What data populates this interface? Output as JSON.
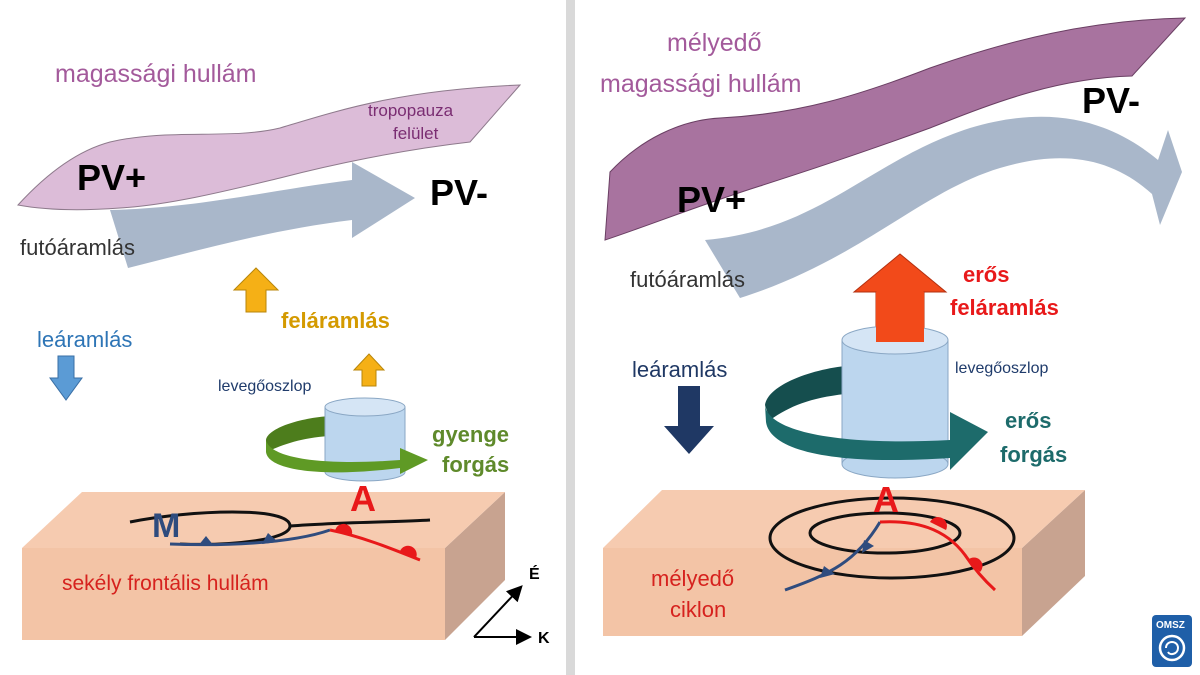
{
  "left": {
    "title": "magassági hullám",
    "tropopause_label_1": "tropopauza",
    "tropopause_label_2": "felület",
    "pv_plus": "PV+",
    "pv_minus": "PV-",
    "jet_label": "futóáramlás",
    "downdraft_label": "leáramlás",
    "updraft_label": "feláramlás",
    "air_column_label": "levegőoszlop",
    "rotation_label_1": "gyenge",
    "rotation_label_2": "forgás",
    "high_marker": "A",
    "low_marker": "M",
    "surface_label": "sekély frontális hullám",
    "compass_north": "É",
    "compass_east": "K"
  },
  "right": {
    "title_1": "mélyedő",
    "title_2": "magassági hullám",
    "pv_plus": "PV+",
    "pv_minus": "PV-",
    "jet_label": "futóáramlás",
    "downdraft_label": "leáramlás",
    "updraft_label_1": "erős",
    "updraft_label_2": "feláramlás",
    "air_column_label": "levegőoszlop",
    "rotation_label_1": "erős",
    "rotation_label_2": "forgás",
    "high_marker": "A",
    "surface_label_1": "mélyedő",
    "surface_label_2": "ciklon"
  },
  "logo": {
    "text": "OMSZ"
  },
  "colors": {
    "tropopause_left": "#dcbcd8",
    "tropopause_right": "#a8739f",
    "jet_arrow": "#a9b7ca",
    "surface_top": "#f6cbb0",
    "surface_side": "#c8a390",
    "column_fill": "#bcd6ee",
    "weak_rotation": "#5f9a25",
    "strong_rotation": "#1d6b6b",
    "weak_updraft": "#f5b016",
    "strong_updraft": "#f24a1a",
    "weak_downdraft": "#5b9bd5",
    "strong_downdraft": "#1f3864",
    "warm_front": "#e8191a",
    "cold_front": "#2f4c7e",
    "divider": "#d9d9d9"
  }
}
